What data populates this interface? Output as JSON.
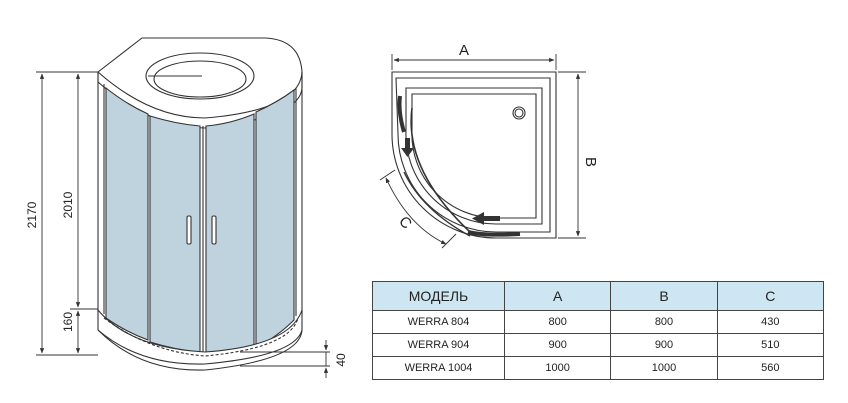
{
  "elevation": {
    "dimensions": {
      "total_height": "2170",
      "panel_height": "2010",
      "tray_height": "160",
      "tray_lip": "40"
    }
  },
  "plan": {
    "labels": {
      "a": "A",
      "b": "B",
      "c": "C"
    }
  },
  "spec_table": {
    "headers": [
      "МОДЕЛЬ",
      "A",
      "B",
      "C"
    ],
    "rows": [
      {
        "model": "WERRA 804",
        "a": "800",
        "b": "800",
        "c": "430"
      },
      {
        "model": "WERRA 904",
        "a": "900",
        "b": "900",
        "c": "510"
      },
      {
        "model": "WERRA 1004",
        "a": "1000",
        "b": "1000",
        "c": "560"
      }
    ]
  },
  "colors": {
    "glass": "#bed3de",
    "table_header": "#cde6f1",
    "line": "#333333"
  }
}
